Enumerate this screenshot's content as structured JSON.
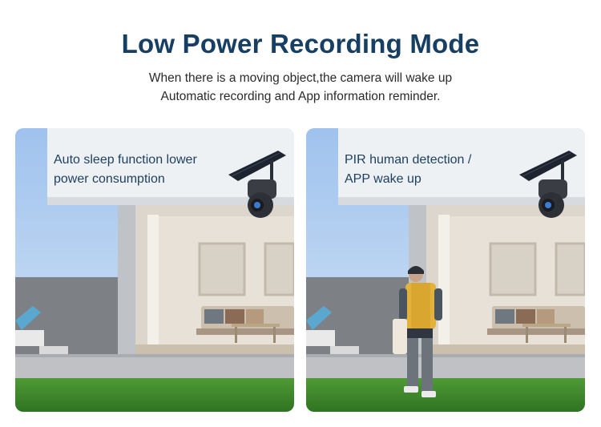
{
  "header": {
    "title": "Low Power Recording Mode",
    "subtitle_line1": "When there is a moving object,the camera will wake up",
    "subtitle_line2": "Automatic recording and App information reminder."
  },
  "panels": [
    {
      "caption_line1": "Auto sleep function lower",
      "caption_line2": "power consumption"
    },
    {
      "caption_line1": "PIR human detection /",
      "caption_line2": "APP wake up"
    }
  ],
  "colors": {
    "title": "#163f63",
    "caption": "#1c3f5e",
    "grass": "#3f8a2c",
    "sky": "#b9d3f1"
  }
}
